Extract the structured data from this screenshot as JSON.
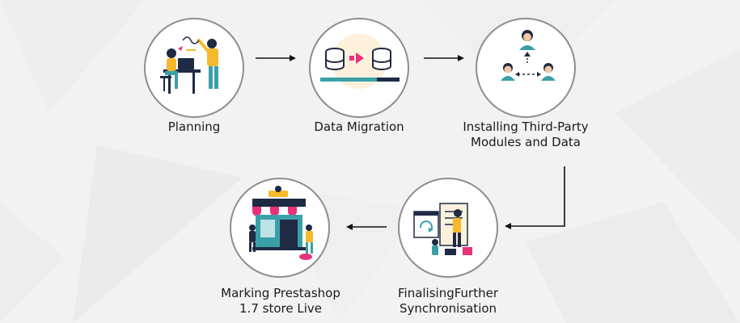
{
  "steps": [
    {
      "id": "planning",
      "label_lines": [
        "Planning"
      ]
    },
    {
      "id": "data-migration",
      "label_lines": [
        "Data Migration"
      ]
    },
    {
      "id": "installing",
      "label_lines": [
        "Installing Third-Party",
        "Modules and Data"
      ]
    },
    {
      "id": "finalising",
      "label_lines": [
        "FinalisingFurther",
        "Synchronisation"
      ]
    },
    {
      "id": "marking-live",
      "label_lines": [
        "Marking Prestashop",
        "1.7 store Live"
      ]
    }
  ],
  "colors": {
    "background": "#f3f2f3",
    "circle_border": "#8e8e8e",
    "arrow": "#111111",
    "accent_pink": "#e8317a",
    "accent_yellow": "#f6b92b",
    "accent_teal": "#3aa0a8",
    "dark_navy": "#1f2a44"
  },
  "icons": {
    "planning": "planning-illustration-icon",
    "data-migration": "database-transfer-icon",
    "installing": "team-hierarchy-icon",
    "finalising": "sync-process-illustration-icon",
    "marking-live": "storefront-illustration-icon"
  }
}
